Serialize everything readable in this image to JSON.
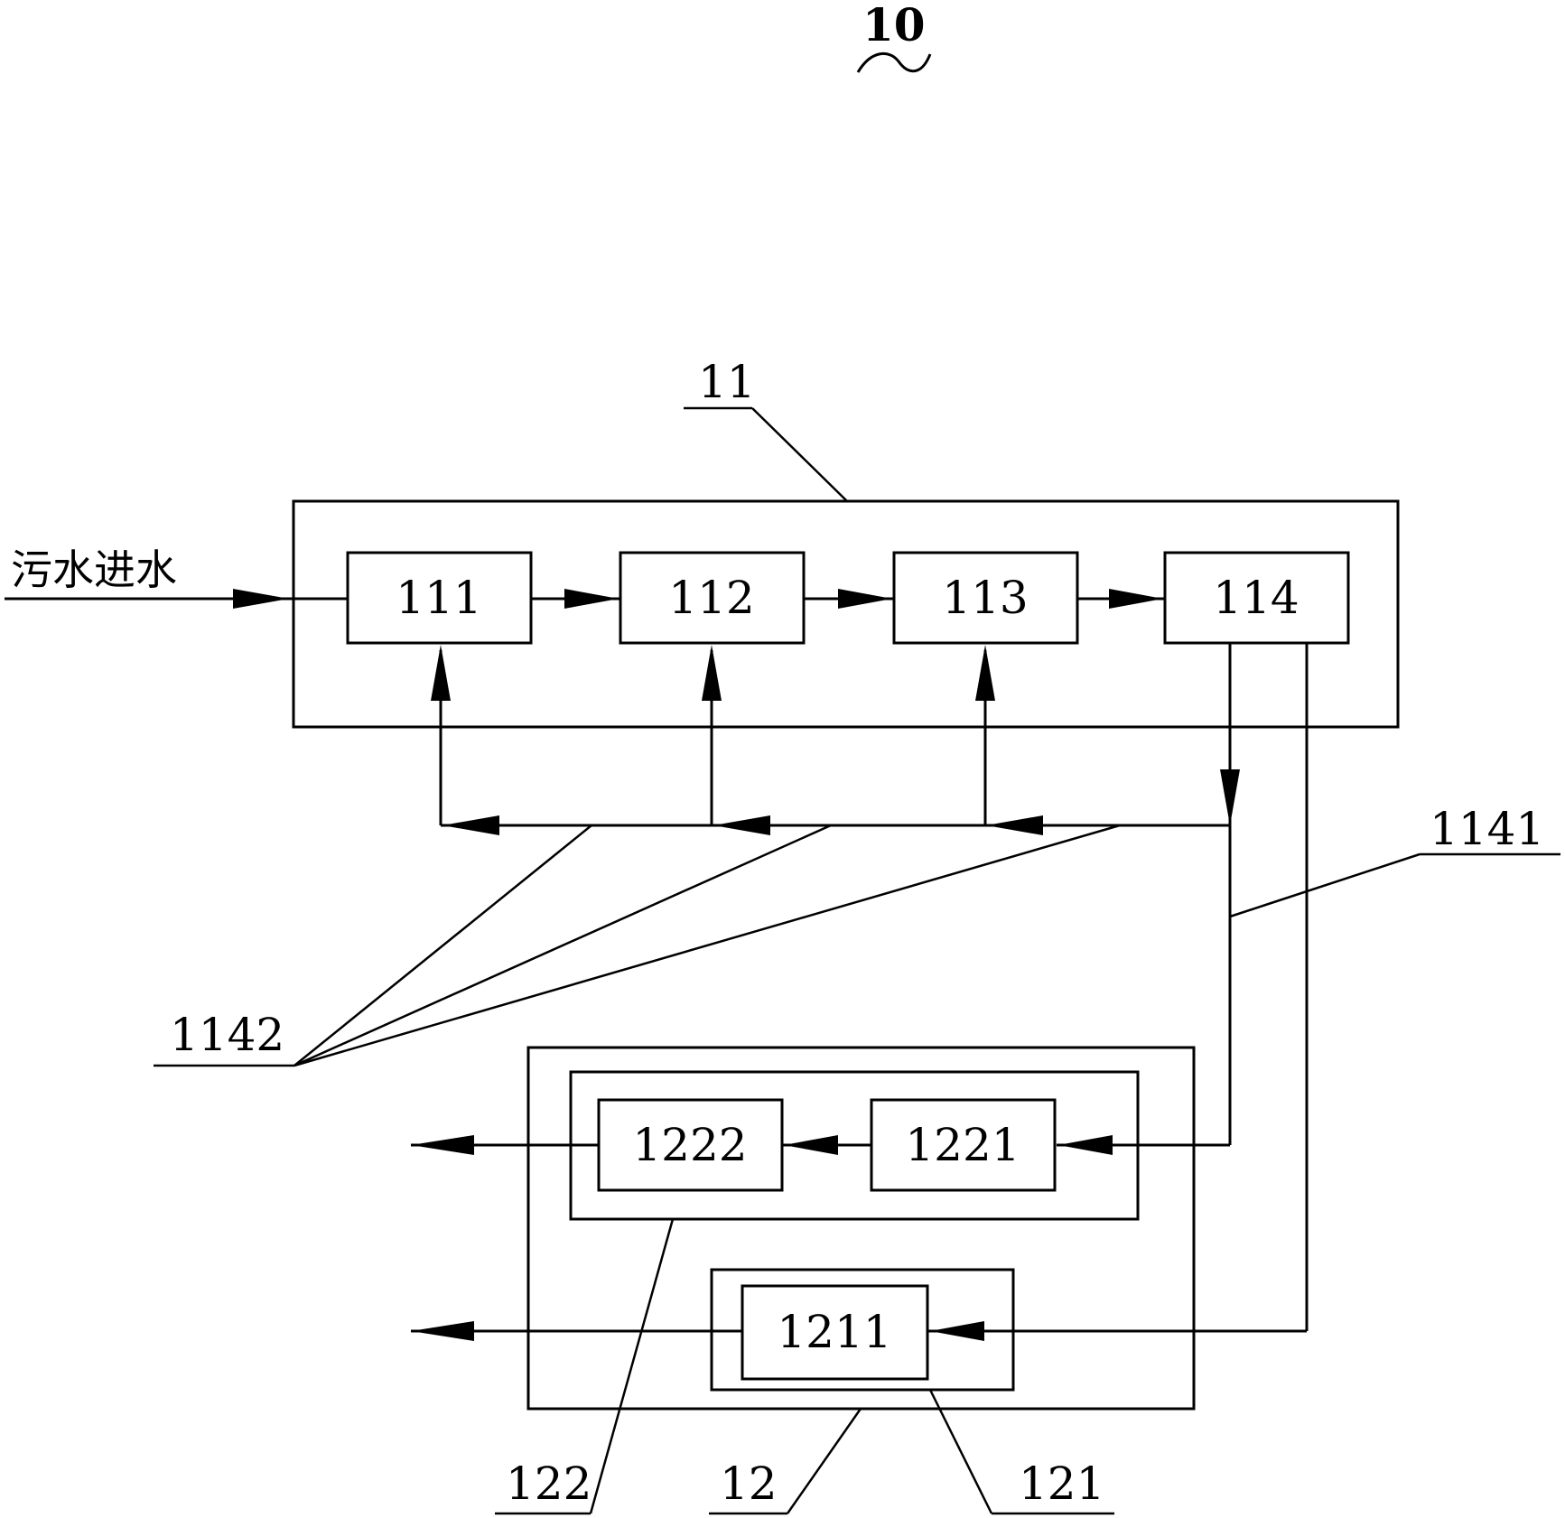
{
  "figure_label": "10",
  "inlet_label": "污水进水",
  "labels": {
    "system_11": "11",
    "system_12": "12",
    "unit_121": "121",
    "unit_122": "122",
    "pipe_1141": "1141",
    "pipe_1142": "1142"
  },
  "boxes": {
    "b111": "111",
    "b112": "112",
    "b113": "113",
    "b114": "114",
    "b1221": "1221",
    "b1222": "1222",
    "b1211": "1211"
  }
}
